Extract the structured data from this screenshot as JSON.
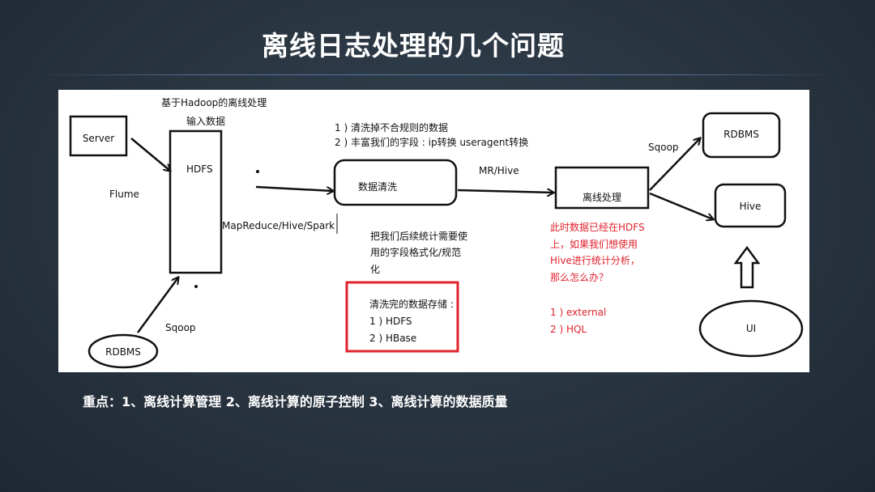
{
  "title": "离线日志处理的几个问题",
  "diagram": {
    "header_label": "基于Hadoop的离线处理",
    "input_label": "输入数据",
    "server_label": "Server",
    "hdfs_label": "HDFS",
    "flume_label": "Flume",
    "rdbms_left_label": "RDBMS",
    "sqoop_left_label": "Sqoop",
    "mr_label": "MapReduce/Hive/Spark",
    "rules": [
      "1 ) 清洗掉不合规则的数据",
      "2 ) 丰富我们的字段 : ip转换 useragent转换"
    ],
    "cleaning_label": "数据清洗",
    "mrhive_label": "MR/Hive",
    "format_note": [
      "把我们后续统计需要使",
      "用的字段格式化/规范",
      "化"
    ],
    "storage_note": [
      "清洗完的数据存储 :",
      "1 ) HDFS",
      "2 ) HBase"
    ],
    "offline_label": "离线处理",
    "red_note": [
      "此时数据已经在HDFS",
      "上，如果我们想使用",
      "Hive进行统计分析，",
      "那么怎么办？"
    ],
    "red_options": [
      "1 ) external",
      "2 ) HQL"
    ],
    "sqoop_right_label": "Sqoop",
    "rdbms_right_label": "RDBMS",
    "hive_label": "Hive",
    "ui_label": "UI"
  },
  "summary": "重点：1、离线计算管理 2、离线计算的原子控制 3、离线计算的数据质量",
  "colors": {
    "accent_red": "#e0222b",
    "background": "#2a3642"
  }
}
